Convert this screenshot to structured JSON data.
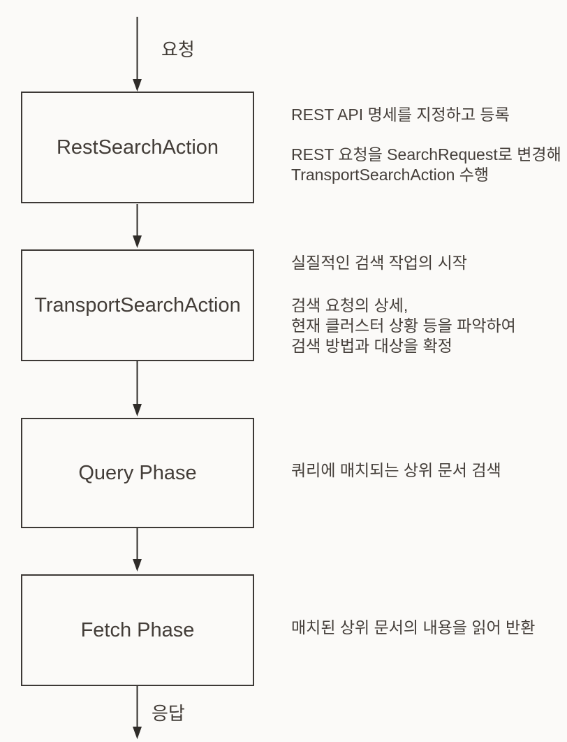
{
  "diagram": {
    "flow_in_label": "요청",
    "flow_out_label": "응답",
    "steps": [
      {
        "box_label": "RestSearchAction",
        "notes": [
          "REST API 명세를 지정하고 등록",
          "REST 요청을 SearchRequest로 변경해\nTransportSearchAction 수행"
        ]
      },
      {
        "box_label": "TransportSearchAction",
        "notes": [
          "실질적인 검색 작업의 시작",
          "검색 요청의 상세,\n현재 클러스터 상황 등을 파악하여\n검색 방법과 대상을 확정"
        ]
      },
      {
        "box_label": "Query Phase",
        "notes": [
          "쿼리에 매치되는 상위 문서 검색"
        ]
      },
      {
        "box_label": "Fetch Phase",
        "notes": [
          "매치된 상위 문서의 내용을 읽어 반환"
        ]
      }
    ]
  }
}
